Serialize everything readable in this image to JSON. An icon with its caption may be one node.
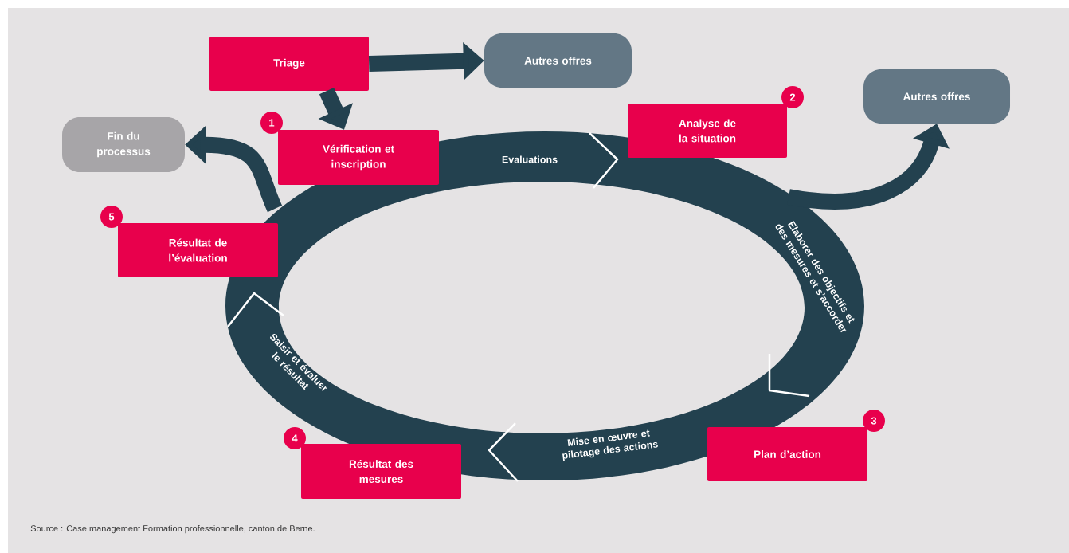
{
  "diagram": {
    "caption": "Source : Case management Formation professionnelle, canton de Berne.",
    "nodes": [
      {
        "text": [
          "Triage"
        ]
      },
      {
        "text": [
          "Autres offres"
        ]
      },
      {
        "text": [
          "Fin du processus"
        ]
      },
      {
        "text": [
          "Vérification et inscription"
        ],
        "beside": [
          "1"
        ]
      },
      {
        "text": [
          "Autres offres"
        ]
      },
      {
        "text": [
          "Analyse de la situation"
        ],
        "beside": [
          "2"
        ]
      },
      {
        "text": [
          "Résultat de l’évaluation"
        ],
        "beside": [
          "5"
        ]
      },
      {
        "text": [
          "Plan d’action"
        ],
        "beside": [
          "3"
        ]
      },
      {
        "text": [
          "Résultat des mesures"
        ],
        "beside": [
          "4"
        ]
      }
    ],
    "edges": [
      {
        "from": 0,
        "to": 1,
        "arrow": "to"
      },
      {
        "from": 0,
        "to": 3,
        "arrow": "to"
      },
      {
        "from": null,
        "to": 2,
        "arrow": "to"
      },
      {
        "from": null,
        "to": 4,
        "arrow": "to"
      }
    ],
    "labels": [
      "Evaluations",
      "Elaborer des objectifs et des mesures et s’accorder",
      "Mise en œuvre et pilotage des actions",
      "Saisir et évaluer le résultat"
    ]
  }
}
